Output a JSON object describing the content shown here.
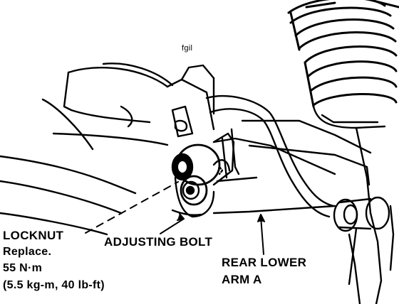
{
  "callouts": {
    "locknut": "LOCKNUT",
    "locknut_note": "Replace.",
    "torque_nm": "55 N·m",
    "torque_alt": "(5.5 kg-m, 40 lb-ft)",
    "adjusting_bolt": "ADJUSTING BOLT",
    "rear_lower_arm_line1": "REAR LOWER",
    "rear_lower_arm_line2": "ARM A",
    "stamp": "fgil"
  },
  "colors": {
    "ink": "#000000",
    "paper": "#ffffff"
  }
}
